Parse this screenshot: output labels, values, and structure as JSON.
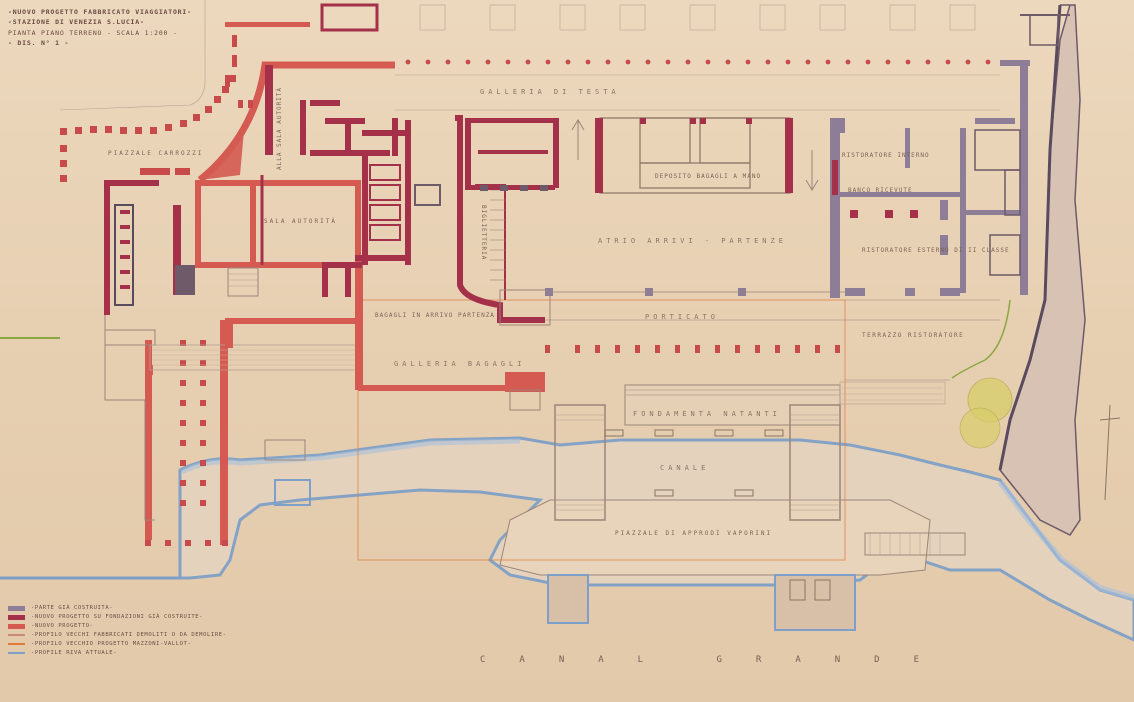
{
  "title_block": {
    "line1": "-NUOVO PROGETTO FABBRICATO VIAGGIATORI-",
    "line2": "-STAZIONE DI VENEZIA S.LUCIA-",
    "line3": "PIANTA PIANO TERRENO - SCALA 1:200 -",
    "line4": "- DIS. N° 1 -"
  },
  "labels": {
    "galleria_testa": "GALLERIA DI TESTA",
    "piazzale_carrozzi": "PIAZZALE CARROZZI",
    "atrio": "ATRIO ARRIVI - PARTENZE",
    "porticato": "PORTICATO",
    "galleria_bagagli": "GALLERIA BAGAGLI",
    "bagagli_arrivi": "BAGAGLI IN ARRIVO PARTENZA",
    "sala_autorita": "SALA AUTORITÀ",
    "alla_sala": "ALLA SALA AUTORITÀ",
    "fondamenta": "FONDAMENTA NATANTI",
    "canale": "CANALE",
    "piazzale_approdi": "PIAZZALE DI APPRODI VAPORINI",
    "terrazzo": "TERRAZZO RISTORATORE",
    "rist_interno": "RISTORATORE INTERNO",
    "rist_esterno": "RISTORATORE ESTERNO DI II CLASSE",
    "deposito": "DEPOSITO BAGAGLI A MANO",
    "bigliett": "BIGLIETTERIA",
    "banco": "BANCO RICEVUTE",
    "canal_grande": "CANAL GRANDE"
  },
  "legend": [
    {
      "swatch": "#8e7d96",
      "style": "fill",
      "text": "-PARTE GIÀ COSTRUITA-"
    },
    {
      "swatch": "#a4304a",
      "style": "fill",
      "text": "-NUOVO PROGETTO SU FONDAZIONI GIÀ COSTRUITE-"
    },
    {
      "swatch": "#d45a52",
      "style": "fill",
      "text": "-NUOVO PROGETTO-"
    },
    {
      "swatch": "#c88a74",
      "style": "line",
      "text": "-PROFILO VECCHI FABBRICATI DEMOLITI O DA DEMOLIRE-"
    },
    {
      "swatch": "#e07a3a",
      "style": "line",
      "text": "-PROFILO VECCHIO PROGETTO MAZZONI-VALLOT-"
    },
    {
      "swatch": "#7ea0c8",
      "style": "line",
      "text": "-PROFILE RIVA ATTUALE-"
    }
  ],
  "colors": {
    "paper": "#e9d2b5",
    "new_project": "#d45a52",
    "existing_foundation": "#a4304a",
    "existing_built": "#8e7d96",
    "water_edge": "#7ea0c8",
    "tree": "#d8cf6a"
  }
}
